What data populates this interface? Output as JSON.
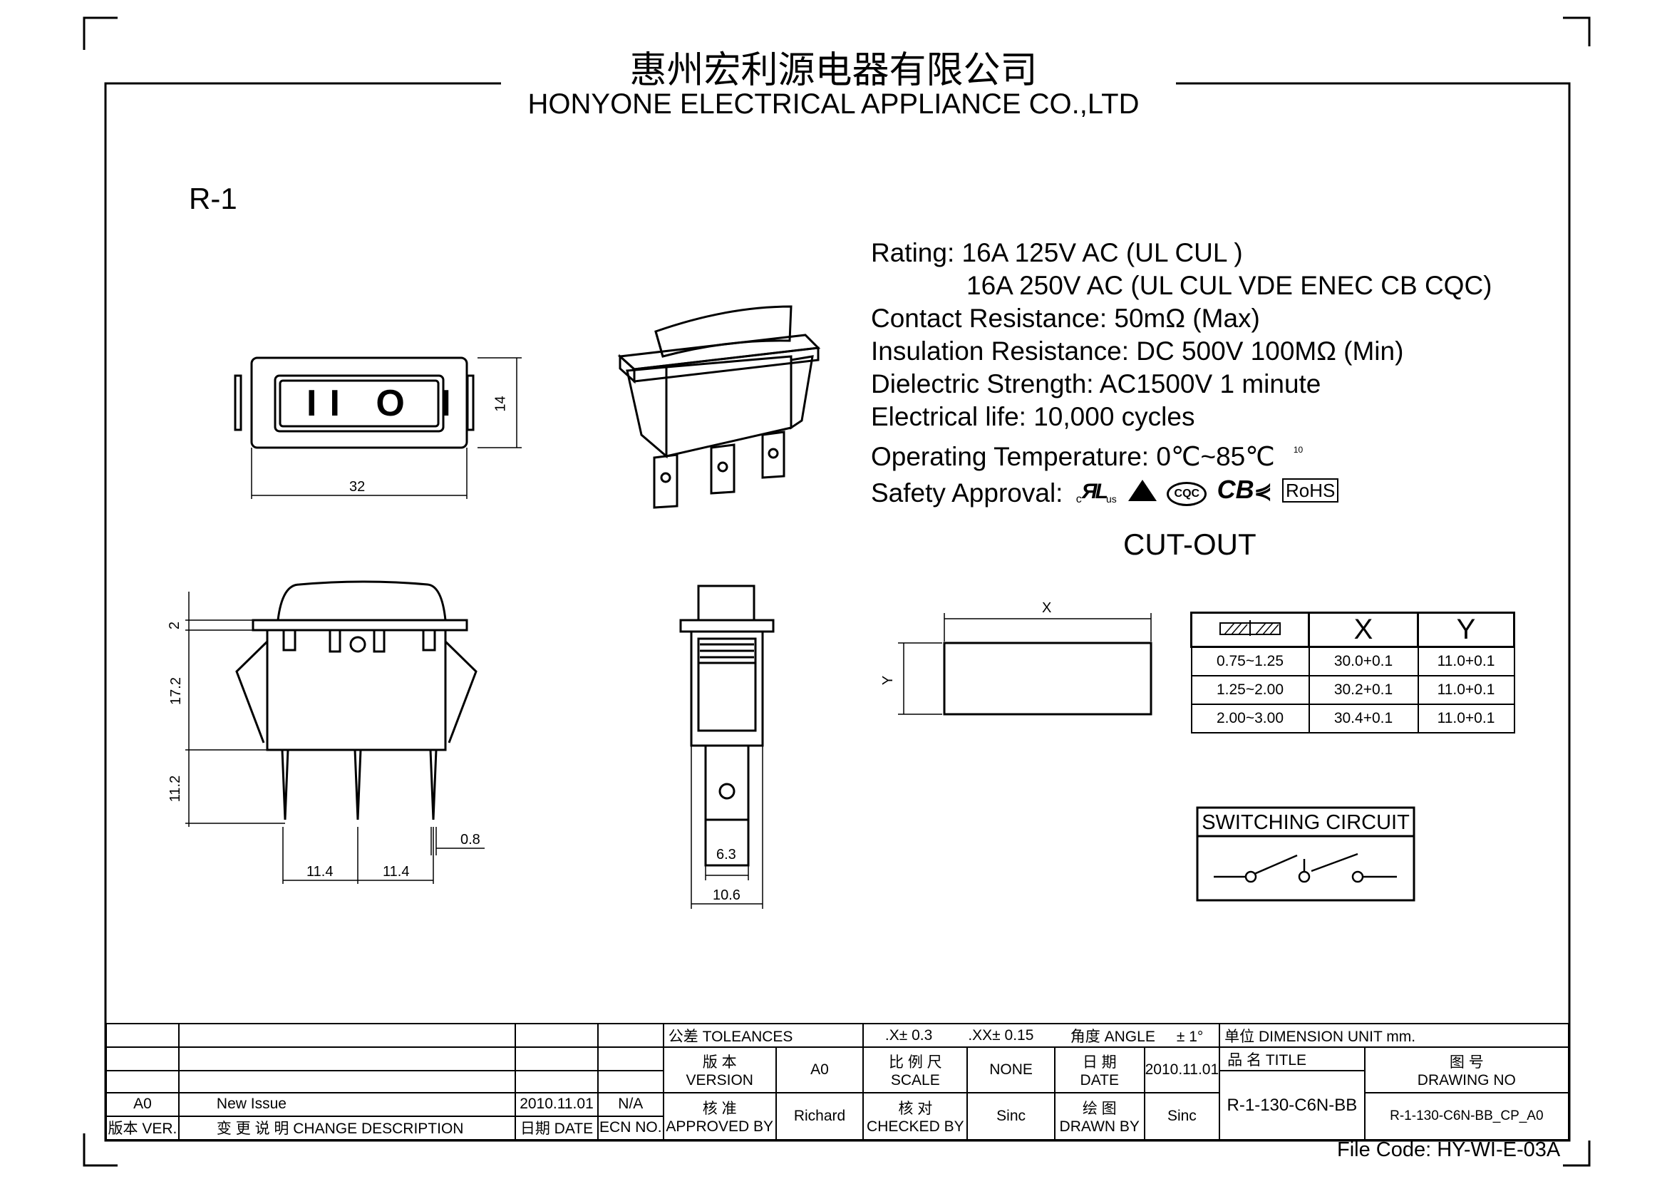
{
  "header": {
    "company_cn": "惠州宏利源电器有限公司",
    "company_en": "HONYONE  ELECTRICAL  APPLIANCE  CO.,LTD"
  },
  "model": "R-1",
  "specs": {
    "rating_1": "Rating: 16A 125V AC (UL  CUL  )",
    "rating_2": "16A 250V AC (UL  CUL  VDE ENEC CB CQC)",
    "contact_resistance": "Contact Resistance: 50mΩ (Max)",
    "insulation_resistance": "Insulation Resistance: DC 500V 100MΩ  (Min)",
    "dielectric_strength": "Dielectric Strength: AC1500V 1 minute",
    "electrical_life": "Electrical life: 10,000 cycles",
    "operating_temperature": "Operating Temperature: 0℃~85℃",
    "temp_note": "10",
    "safety_approval": "Safety Approval:",
    "marks": {
      "ul": "c",
      "ul_us": "us",
      "vde": "VDE",
      "cqc": "CQC",
      "cb": "CB",
      "rohs": "RoHS"
    }
  },
  "front_view": {
    "switch_symbols": "II O I",
    "dim_width": "32",
    "dim_height": "14"
  },
  "side_view": {
    "dim_top": "2",
    "dim_body": "17.2",
    "dim_pin": "11.2",
    "dim_pitch_1": "11.4",
    "dim_pitch_2": "11.4",
    "dim_pin_thick": "0.8"
  },
  "end_view": {
    "dim_terminal": "6.3",
    "dim_width": "10.6"
  },
  "cutout": {
    "title": "CUT-OUT",
    "label_x": "X",
    "label_y": "Y",
    "table": {
      "headers": [
        "X",
        "Y"
      ],
      "rows": [
        [
          "0.75~1.25",
          "30.0+0.1",
          "11.0+0.1"
        ],
        [
          "1.25~2.00",
          "30.2+0.1",
          "11.0+0.1"
        ],
        [
          "2.00~3.00",
          "30.4+0.1",
          "11.0+0.1"
        ]
      ]
    }
  },
  "switching_circuit": {
    "title": "SWITCHING CIRCUIT"
  },
  "title_block": {
    "tolerances": "公差 TOLEANCES",
    "tol_x": ".X± 0.3",
    "tol_xx": ".XX± 0.15",
    "angle": "角度 ANGLE",
    "angle_val": "± 1°",
    "unit": "单位   DIMENSION UNIT     mm.",
    "version_cn": "版 本",
    "version_en": "VERSION",
    "version_val": "A0",
    "scale_cn": "比 例 尺",
    "scale_en": "SCALE",
    "scale_val": "NONE",
    "date_cn": "日  期",
    "date_en": "DATE",
    "date_val": "2010.11.01",
    "name_label": "品  名       TITLE",
    "name_val": "R-1-130-C6N-BB",
    "drawing_no_cn": "图  号",
    "drawing_no_en": "DRAWING NO",
    "drawing_no_val": "R-1-130-C6N-BB_CP_A0",
    "approved_cn": "核  准",
    "approved_en": "APPROVED BY",
    "approved_val": "Richard",
    "checked_cn": "核  对",
    "checked_en": "CHECKED BY",
    "checked_val": "Sinc",
    "drawn_cn": "绘  图",
    "drawn_en": "DRAWN BY",
    "drawn_val": "Sinc",
    "rev_ver": "A0",
    "rev_desc": "New Issue",
    "rev_date": "2010.11.01",
    "rev_ecn": "N/A",
    "hdr_ver": "版本 VER.",
    "hdr_desc": "变 更 说 明   CHANGE DESCRIPTION",
    "hdr_date": "日期 DATE",
    "hdr_ecn": "ECN NO."
  },
  "file_code": "File Code: HY-WI-E-03A"
}
